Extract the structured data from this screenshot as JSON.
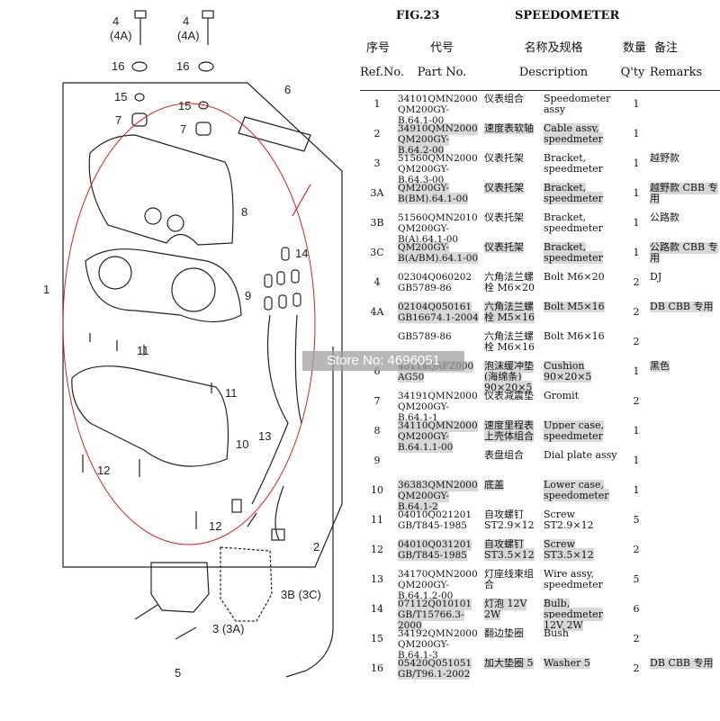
{
  "figure": {
    "code": "FIG.23",
    "title": "SPEEDOMETER"
  },
  "headers": {
    "ref_cn": "序号",
    "part_cn": "代号",
    "desc_cn": "名称及规格",
    "qty_cn": "数量",
    "remarks_cn": "备注",
    "ref_en": "Ref.No.",
    "part_en": "Part No.",
    "desc_en": "Description",
    "qty_en": "Q'ty",
    "remarks_en": "Remarks"
  },
  "rows": [
    {
      "ref": "1",
      "part": "34101QMN2000 QM200GY-B.64.1-00",
      "cn": "仪表组合",
      "desc": "Speedometer assy",
      "qty": "1",
      "remarks": "",
      "shaded": false
    },
    {
      "ref": "2",
      "part": "34910QMN2000 QM200GY-B.64.2-00",
      "cn": "速度表软轴",
      "desc": "Cable assy, speedmeter",
      "qty": "1",
      "remarks": "",
      "shaded": true
    },
    {
      "ref": "3",
      "part": "51560QMN2000 QM200GY-B.64.3-00",
      "cn": "仪表托架",
      "desc": "Bracket, speedmeter",
      "qty": "1",
      "remarks": "越野款",
      "shaded": false
    },
    {
      "ref": "3A",
      "part": "QM200GY-B(BM).64.1-00",
      "cn": "仪表托架",
      "desc": "Bracket, speedmeter",
      "qty": "1",
      "remarks": "越野款 CBB 专用",
      "shaded": true
    },
    {
      "ref": "3B",
      "part": "51560QMN2010 QM200GY-B(A).64.1-00",
      "cn": "仪表托架",
      "desc": "Bracket, speedmeter",
      "qty": "1",
      "remarks": "公路款",
      "shaded": false
    },
    {
      "ref": "3C",
      "part": "QM200GY-B(A/BM).64.1-00",
      "cn": "仪表托架",
      "desc": "Bracket, speedmeter",
      "qty": "1",
      "remarks": "公路款 CBB 专用",
      "shaded": true
    },
    {
      "ref": "4",
      "part": "02304Q060202 GB5789-86",
      "cn": "六角法兰螺栓 M6×20",
      "desc": "Bolt M6×20",
      "qty": "2",
      "remarks": "DJ",
      "shaded": false
    },
    {
      "ref": "4A",
      "part": "02104Q050161 GB16674.1-2004",
      "cn": "六角法兰螺栓 M5×16",
      "desc": "Bolt M5×16",
      "qty": "2",
      "remarks": "DB CBB 专用",
      "shaded": true
    },
    {
      "ref": "",
      "part": "GB5789-86",
      "cn": "六角法兰螺栓 M6×16",
      "desc": "Bolt M6×16",
      "qty": "2",
      "remarks": "",
      "shaded": false
    },
    {
      "ref": "6",
      "part": "48114QAFZ000 AG50",
      "cn": "泡沫缓冲垫(海绵条) 90×20×5",
      "desc": "Cushion 90×20×5",
      "qty": "1",
      "remarks": "黑色",
      "shaded": true
    },
    {
      "ref": "7",
      "part": "34191QMN2000 QM200GY-B.64.1-1",
      "cn": "仪表减震垫",
      "desc": "Gromit",
      "qty": "2",
      "remarks": "",
      "shaded": false
    },
    {
      "ref": "8",
      "part": "34110QMN2000 QM200GY-B.64.1.1-00",
      "cn": "速度里程表上壳体组合",
      "desc": "Upper case, speedmeter",
      "qty": "1",
      "remarks": "",
      "shaded": true
    },
    {
      "ref": "9",
      "part": "",
      "cn": "表盘组合",
      "desc": "Dial plate assy",
      "qty": "1",
      "remarks": "",
      "shaded": false
    },
    {
      "ref": "10",
      "part": "36383QMN2000 QM200GY-B.64.1-2",
      "cn": "底盖",
      "desc": "Lower case, speedometer",
      "qty": "1",
      "remarks": "",
      "shaded": true
    },
    {
      "ref": "11",
      "part": "04010Q021201 GB/T845-1985",
      "cn": "自攻螺钉 ST2.9×12",
      "desc": "Screw ST2.9×12",
      "qty": "5",
      "remarks": "",
      "shaded": false
    },
    {
      "ref": "12",
      "part": "04010Q031201 GB/T845-1985",
      "cn": "自攻螺钉 ST3.5×12",
      "desc": "Screw ST3.5×12",
      "qty": "2",
      "remarks": "",
      "shaded": true
    },
    {
      "ref": "13",
      "part": "34170QMN2000 QM200GY-B.64.1.2-00",
      "cn": "灯座线束组合",
      "desc": "Wire assy, speedmeter",
      "qty": "5",
      "remarks": "",
      "shaded": false
    },
    {
      "ref": "14",
      "part": "07112Q010101 GB/T15766.3-2000",
      "cn": "灯泡 12V 2W",
      "desc": "Bulb, speedmeter 12V 2W",
      "qty": "6",
      "remarks": "",
      "shaded": true
    },
    {
      "ref": "15",
      "part": "34192QMN2000 QM200GY-B.64.1-3",
      "cn": "翻边垫圈",
      "desc": "Bush",
      "qty": "2",
      "remarks": "",
      "shaded": false
    },
    {
      "ref": "16",
      "part": "05420Q051051 GB/T96.1-2002",
      "cn": "加大垫圈 5",
      "desc": "Washer 5",
      "qty": "2",
      "remarks": "DB CBB 专用",
      "shaded": true
    }
  ],
  "watermark": "Store No: 4696051",
  "diagram": {
    "callouts": {
      "c4a": "4",
      "c4a_sub": "(4A)",
      "c4b": "4",
      "c4b_sub": "(4A)",
      "c16a": "16",
      "c16b": "16",
      "c15a": "15",
      "c15b": "15",
      "c7a": "7",
      "c7b": "7",
      "c6": "6",
      "c8": "8",
      "c9": "9",
      "c1": "1",
      "c14": "14",
      "c11a": "11",
      "c11b": "11",
      "c10": "10",
      "c12a": "12",
      "c12b": "12",
      "c13": "13",
      "c2": "2",
      "c3b": "3B (3C)",
      "c3": "3 (3A)",
      "c5": "5"
    },
    "colors": {
      "line": "#222222",
      "highlight": "#c62828",
      "shade": "#d8d8d8"
    }
  }
}
